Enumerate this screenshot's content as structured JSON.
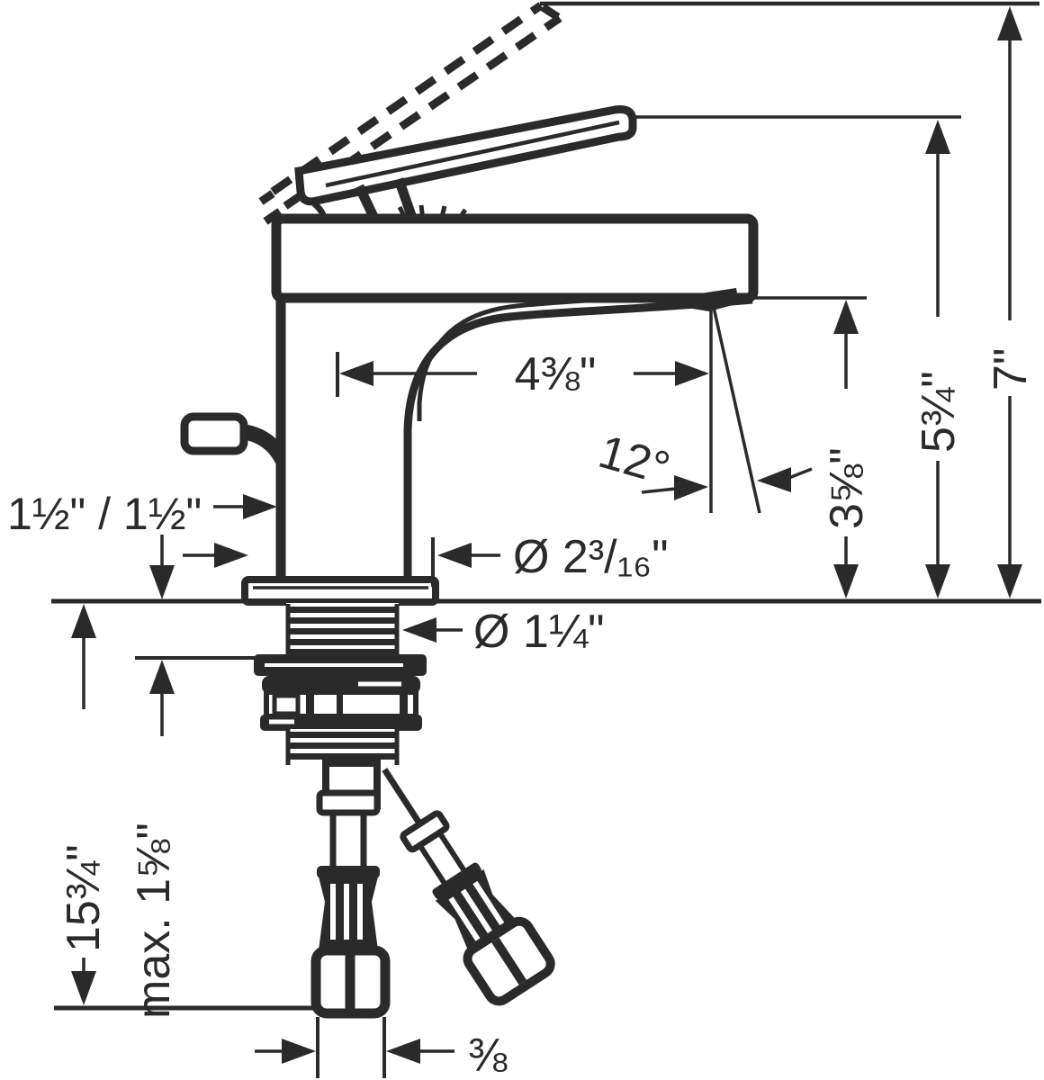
{
  "drawing": {
    "subject": "single-lever basin faucet with pop-up drain and supply hoses, side elevation dimension drawing",
    "background_color": "#ffffff",
    "line_color": "#2a2a2a"
  },
  "labels": {
    "spout_reach": "4⅜\"",
    "spout_angle": "12°",
    "outlet_height": "3⅝\"",
    "handle_height": "5¾\"",
    "raised_handle_height": "7\"",
    "left_offsets": "1½\" / 1½\"",
    "base_diameter": "Ø 2³/₁₆\"",
    "shank_diameter": "Ø 1¼\"",
    "hose_length": "15¾\"",
    "max_mounting_thickness": "max. 1⅝\"",
    "supply_connection": "⅜"
  }
}
